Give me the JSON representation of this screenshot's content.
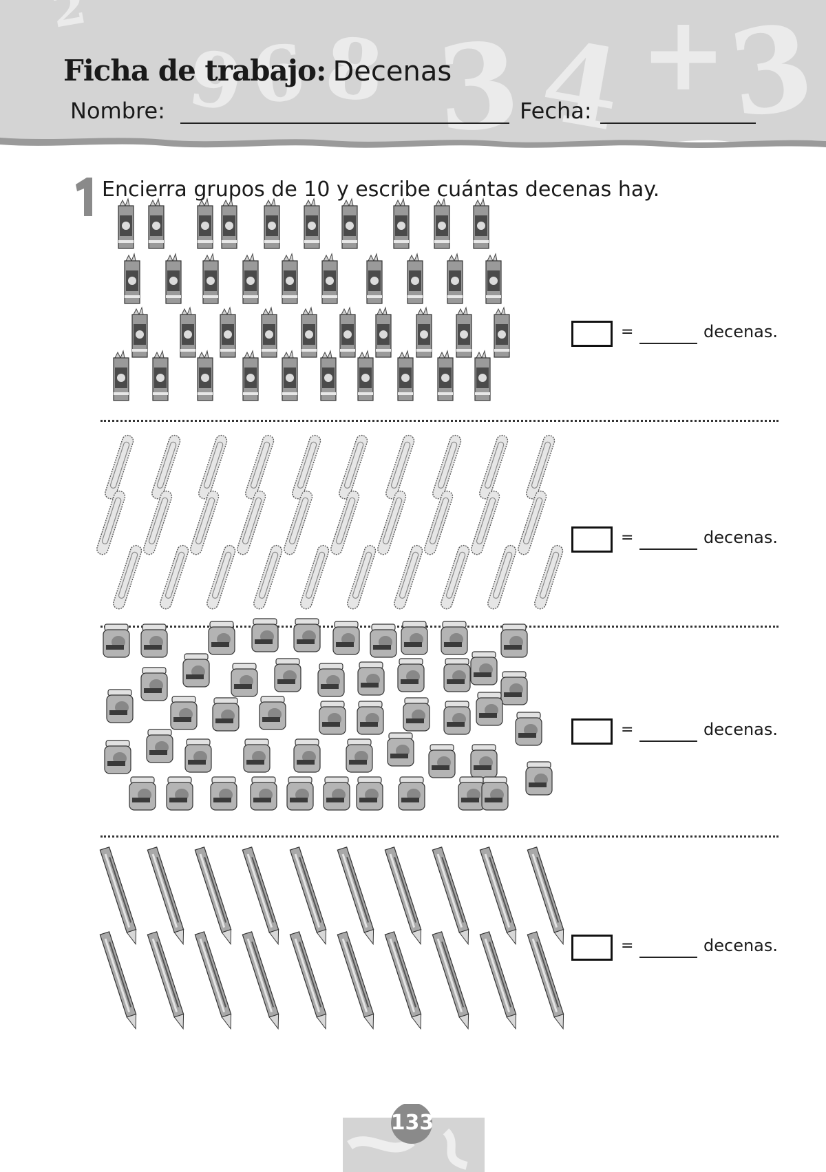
{
  "header": {
    "title_bold": "Ficha de trabajo:",
    "title_rest": "Decenas",
    "name_label": "Nombre:",
    "date_label": "Fecha:",
    "background_digits": [
      "2",
      "9",
      "6",
      "8",
      "3",
      "4",
      "+",
      "3"
    ]
  },
  "exercise": {
    "number": "1",
    "instruction": "Encierra grupos de 10 y escribe cuántas decenas hay."
  },
  "rows": [
    {
      "item": "crayon-box",
      "answer": {
        "equals": "=",
        "word": "decenas."
      }
    },
    {
      "item": "paper-clip",
      "answer": {
        "equals": "=",
        "word": "decenas."
      }
    },
    {
      "item": "paint-jar",
      "answer": {
        "equals": "=",
        "word": "decenas."
      }
    },
    {
      "item": "pencil",
      "answer": {
        "equals": "=",
        "word": "decenas."
      }
    }
  ],
  "footer": {
    "page_number": "133"
  },
  "colors": {
    "band": "#d4d4d4",
    "digits": "#eeeeee",
    "ink": "#1a1a1a",
    "item_fill": "#b8b8b8"
  }
}
